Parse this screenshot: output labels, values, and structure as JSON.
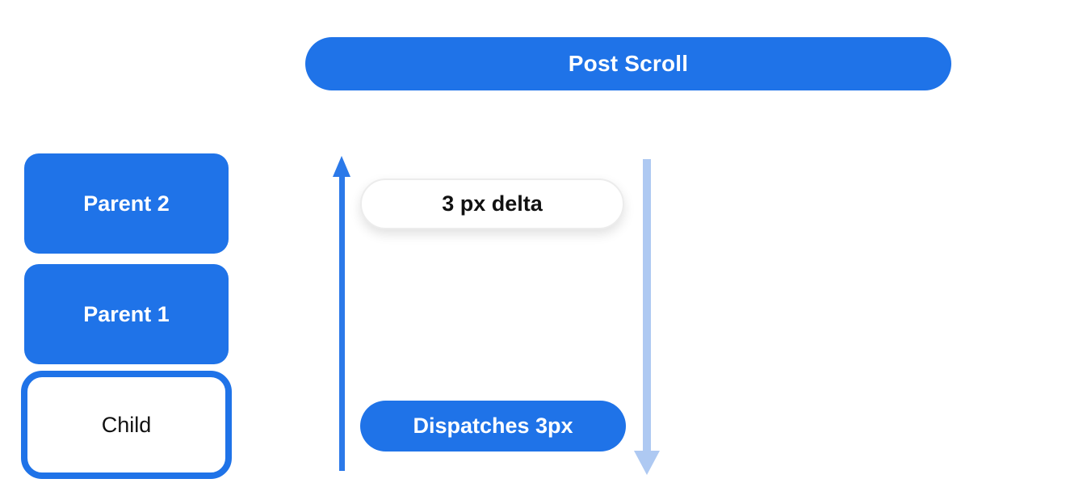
{
  "banner": {
    "label": "Post Scroll"
  },
  "hierarchy": {
    "items": [
      {
        "label": "Parent 2",
        "variant": "filled"
      },
      {
        "label": "Parent 1",
        "variant": "filled"
      },
      {
        "label": "Child",
        "variant": "outlined"
      }
    ]
  },
  "flow": {
    "delta_label": "3 px delta",
    "dispatch_label": "Dispatches 3px",
    "up_arrow_icon": "arrow-up-icon",
    "down_arrow_icon": "arrow-down-icon"
  },
  "colors": {
    "primary_blue": "#1f73e8",
    "arrow_blue": "#2b79e9",
    "light_arrow_blue": "#aec9f2",
    "pill_border": "#ececec",
    "text_dark": "#111111",
    "text_white": "#ffffff",
    "background": "#ffffff"
  }
}
